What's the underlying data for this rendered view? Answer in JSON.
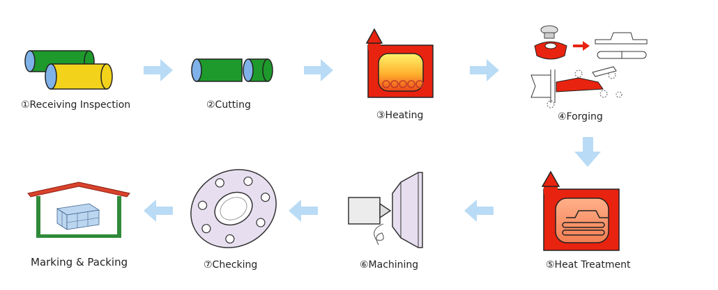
{
  "steps": [
    {
      "label": "①Receiving Inspection"
    },
    {
      "label": "②Cutting"
    },
    {
      "label": "③Heating"
    },
    {
      "label": "④Forging"
    },
    {
      "label": "⑤Heat Treatment"
    },
    {
      "label": "⑥Machining"
    },
    {
      "label": "⑦Checking"
    },
    {
      "label": "Marking & Packing"
    }
  ],
  "colors": {
    "arrow": "#b9dbf5",
    "furnace": "#e8230f",
    "bar_green": "#1e9a2c",
    "bar_yellow": "#f3d21b",
    "bar_end": "#7fb2e8",
    "flange": "#e7dff0",
    "house_roof": "#d9422b",
    "house_wall": "#2f8a3a"
  }
}
